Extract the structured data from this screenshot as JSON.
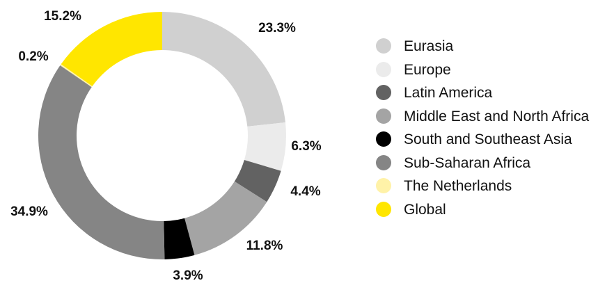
{
  "chart_data": {
    "type": "pie",
    "title": "",
    "unit": "%",
    "slices": [
      {
        "label": "Eurasia",
        "value": 23.3,
        "value_label": "23.3%",
        "color": "#d0d0d0"
      },
      {
        "label": "Europe",
        "value": 6.3,
        "value_label": "6.3%",
        "color": "#ebebeb"
      },
      {
        "label": "Latin America",
        "value": 4.4,
        "value_label": "4.4%",
        "color": "#626262"
      },
      {
        "label": "Middle East and North Africa",
        "value": 11.8,
        "value_label": "11.8%",
        "color": "#a4a4a4"
      },
      {
        "label": "South and Southeast Asia",
        "value": 3.9,
        "value_label": "3.9%",
        "color": "#000000"
      },
      {
        "label": "Sub-Saharan Africa",
        "value": 34.9,
        "value_label": "34.9%",
        "color": "#858585"
      },
      {
        "label": "The Netherlands",
        "value": 0.2,
        "value_label": "0.2%",
        "color": "#fff2a8"
      },
      {
        "label": "Global",
        "value": 15.2,
        "value_label": "15.2%",
        "color": "#ffe600"
      }
    ],
    "legend_position": "right"
  }
}
